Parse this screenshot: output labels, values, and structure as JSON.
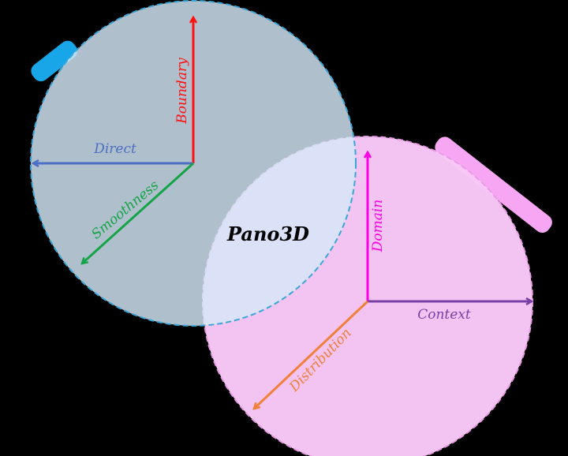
{
  "title": "Pano3D",
  "left_axes": {
    "up": "Boundary",
    "left": "Direct",
    "diag": "Smoothness"
  },
  "right_axes": {
    "up": "Domain",
    "right": "Context",
    "diag": "Distribution"
  },
  "colors": {
    "background": "#000000",
    "left_circle_fill": "#d6e9f8",
    "left_circle_stroke": "#3aa6d8",
    "right_circle_fill": "#f8c8f6",
    "right_circle_stroke": "#e99ae4",
    "boundary": "#ff1010",
    "direct": "#4a6fc4",
    "smoothness": "#14a346",
    "domain": "#ff00e6",
    "context": "#7a3ea8",
    "distribution": "#f0803a",
    "badge_blue": "#19a6e8",
    "badge_pink": "#f6a6f2"
  }
}
